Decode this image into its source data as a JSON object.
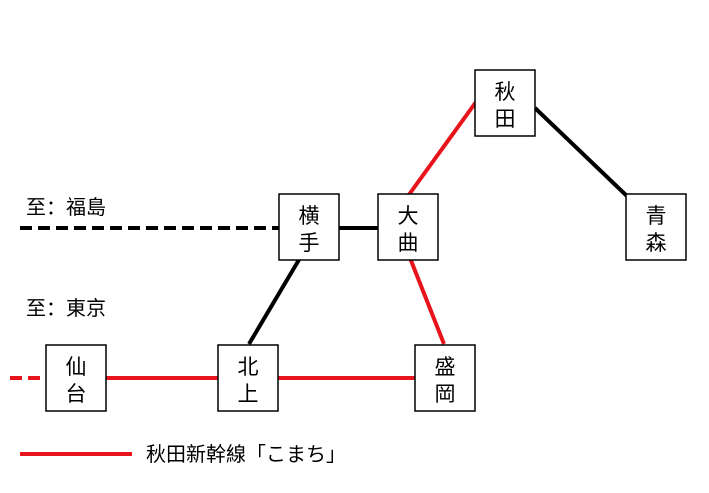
{
  "colors": {
    "komachi": "#e8141b",
    "other": "#000000",
    "box_border": "#000000",
    "box_fill": "#ffffff"
  },
  "direction_labels": {
    "fukushima": "至：福島",
    "tokyo": "至：東京"
  },
  "stations": {
    "akita": {
      "line1": "秋",
      "line2": "田"
    },
    "aomori": {
      "line1": "青",
      "line2": "森"
    },
    "yokote": {
      "line1": "横",
      "line2": "手"
    },
    "omagari": {
      "line1": "大",
      "line2": "曲"
    },
    "sendai": {
      "line1": "仙",
      "line2": "台"
    },
    "kitakami": {
      "line1": "北",
      "line2": "上"
    },
    "morioka": {
      "line1": "盛",
      "line2": "岡"
    }
  },
  "legend": {
    "label": "秋田新幹線「こまち」",
    "line_color_key": "komachi"
  }
}
